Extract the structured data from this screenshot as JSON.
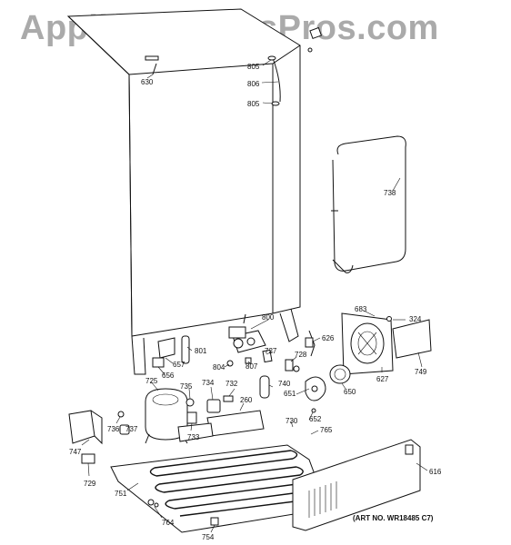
{
  "watermark": "AppliancePartsPros.com",
  "art_number": "(ART NO. WR18485 C7)",
  "part_labels": {
    "p630": "630",
    "p805a": "805",
    "p806": "806",
    "p805b": "805",
    "p738": "738",
    "p683": "683",
    "p324": "324",
    "p800": "800",
    "p626": "626",
    "p801": "801",
    "p804": "804",
    "p727": "727",
    "p728": "728",
    "p657": "657",
    "p656": "656",
    "p807": "807",
    "p650": "650",
    "p627": "627",
    "p749": "749",
    "p725": "725",
    "p734": "734",
    "p732": "732",
    "p740": "740",
    "p735": "735",
    "p651": "651",
    "p260": "260",
    "p652": "652",
    "p736": "736",
    "p737": "737",
    "p733": "733",
    "p730": "730",
    "p765": "765",
    "p747": "747",
    "p616": "616",
    "p729": "729",
    "p751": "751",
    "p764": "764",
    "p754": "754"
  }
}
